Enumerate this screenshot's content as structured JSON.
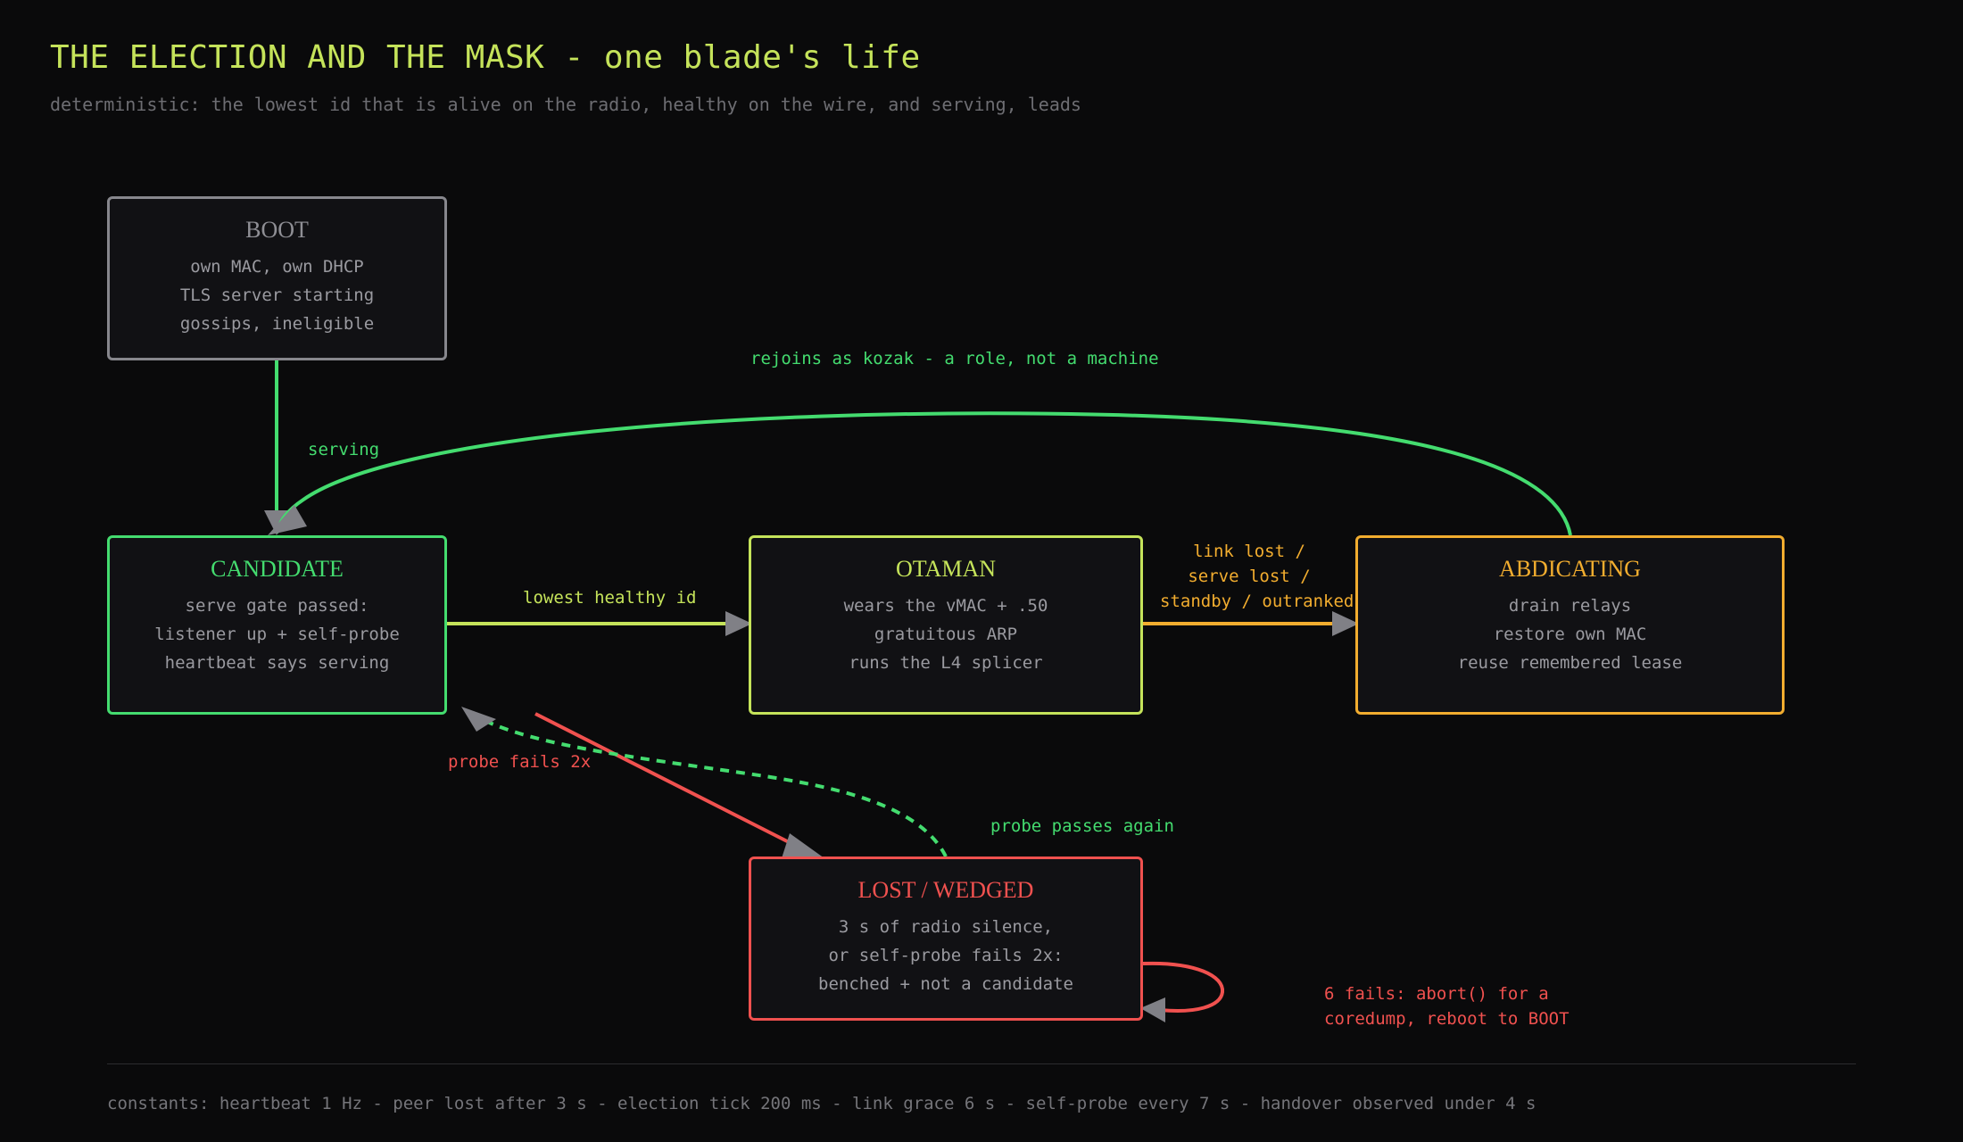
{
  "header": {
    "title": "THE ELECTION AND THE MASK - one blade's life",
    "subtitle": "deterministic: the lowest id that is alive on the radio, healthy on the wire, and serving, leads"
  },
  "states": {
    "boot": {
      "name": "BOOT",
      "lines": [
        "own MAC, own DHCP",
        "TLS server starting",
        "gossips, ineligible"
      ]
    },
    "candidate": {
      "name": "CANDIDATE",
      "lines": [
        "serve gate passed:",
        "listener up + self-probe",
        "heartbeat says serving"
      ]
    },
    "otaman": {
      "name": "OTAMAN",
      "lines": [
        "wears the vMAC + .50",
        "gratuitous ARP",
        "runs the L4 splicer"
      ]
    },
    "abdicating": {
      "name": "ABDICATING",
      "lines": [
        "drain relays",
        "restore own MAC",
        "reuse remembered lease"
      ]
    },
    "lost": {
      "name": "LOST / WEDGED",
      "lines": [
        "3 s of radio silence,",
        "or self-probe fails 2x:",
        "benched + not a candidate"
      ]
    }
  },
  "transitions": {
    "serving": "serving",
    "lowest_healthy": "lowest healthy id",
    "link_lost": [
      "link lost /",
      "serve lost /",
      "standby / outranked"
    ],
    "rejoins": "rejoins as kozak - a role, not a machine",
    "probe_fails": "probe fails 2x",
    "probe_passes": "probe passes again",
    "six_fails": [
      "6 fails: abort() for a",
      "coredump, reboot to BOOT"
    ]
  },
  "footer": {
    "constants": "constants: heartbeat 1 Hz - peer lost after 3 s - election tick 200 ms - link grace 6 s - self-probe every 7 s - handover observed under 4 s"
  },
  "colors": {
    "background": "#0a0a0b",
    "title": "#c5e35a",
    "green": "#44dc6f",
    "lime": "#c5e35a",
    "orange": "#f2ad2f",
    "red": "#f0514f",
    "gray": "#87878d",
    "arrowhead": "#808086"
  }
}
